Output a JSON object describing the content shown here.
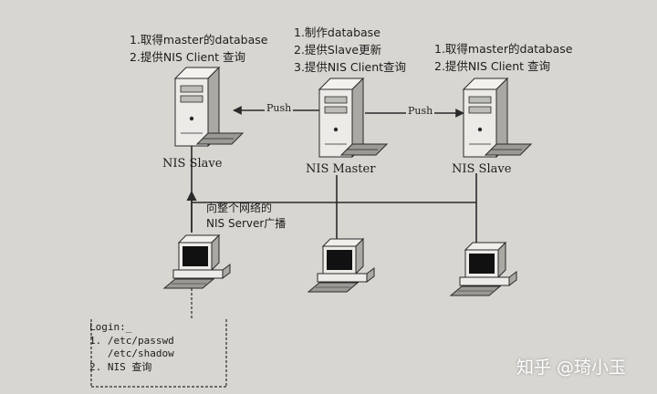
{
  "left_slave": {
    "notes": [
      "1.取得master的database",
      "2.提供NIS Client 查询"
    ],
    "label": "NIS Slave"
  },
  "master": {
    "notes": [
      "1.制作database",
      "2.提供Slave更新",
      "3.提供NIS Client查询"
    ],
    "label": "NIS Master"
  },
  "right_slave": {
    "notes": [
      "1.取得master的database",
      "2.提供NIS Client 查询"
    ],
    "label": "NIS Slave"
  },
  "push_left": "Push",
  "push_right": "Push",
  "broadcast": [
    "向整个网络的",
    "NIS Server广播"
  ],
  "login": [
    "Login:_",
    "1. /etc/passwd",
    "   /etc/shadow",
    "2. NIS 查询"
  ],
  "watermark": "知乎 @琦小玉",
  "colors": {
    "line": "#2a2a2a",
    "server_face": "#ecebe7",
    "server_side": "#a9a8a3",
    "background": "#d8d6d1"
  },
  "icons": [
    "server-icon",
    "workstation-icon"
  ]
}
